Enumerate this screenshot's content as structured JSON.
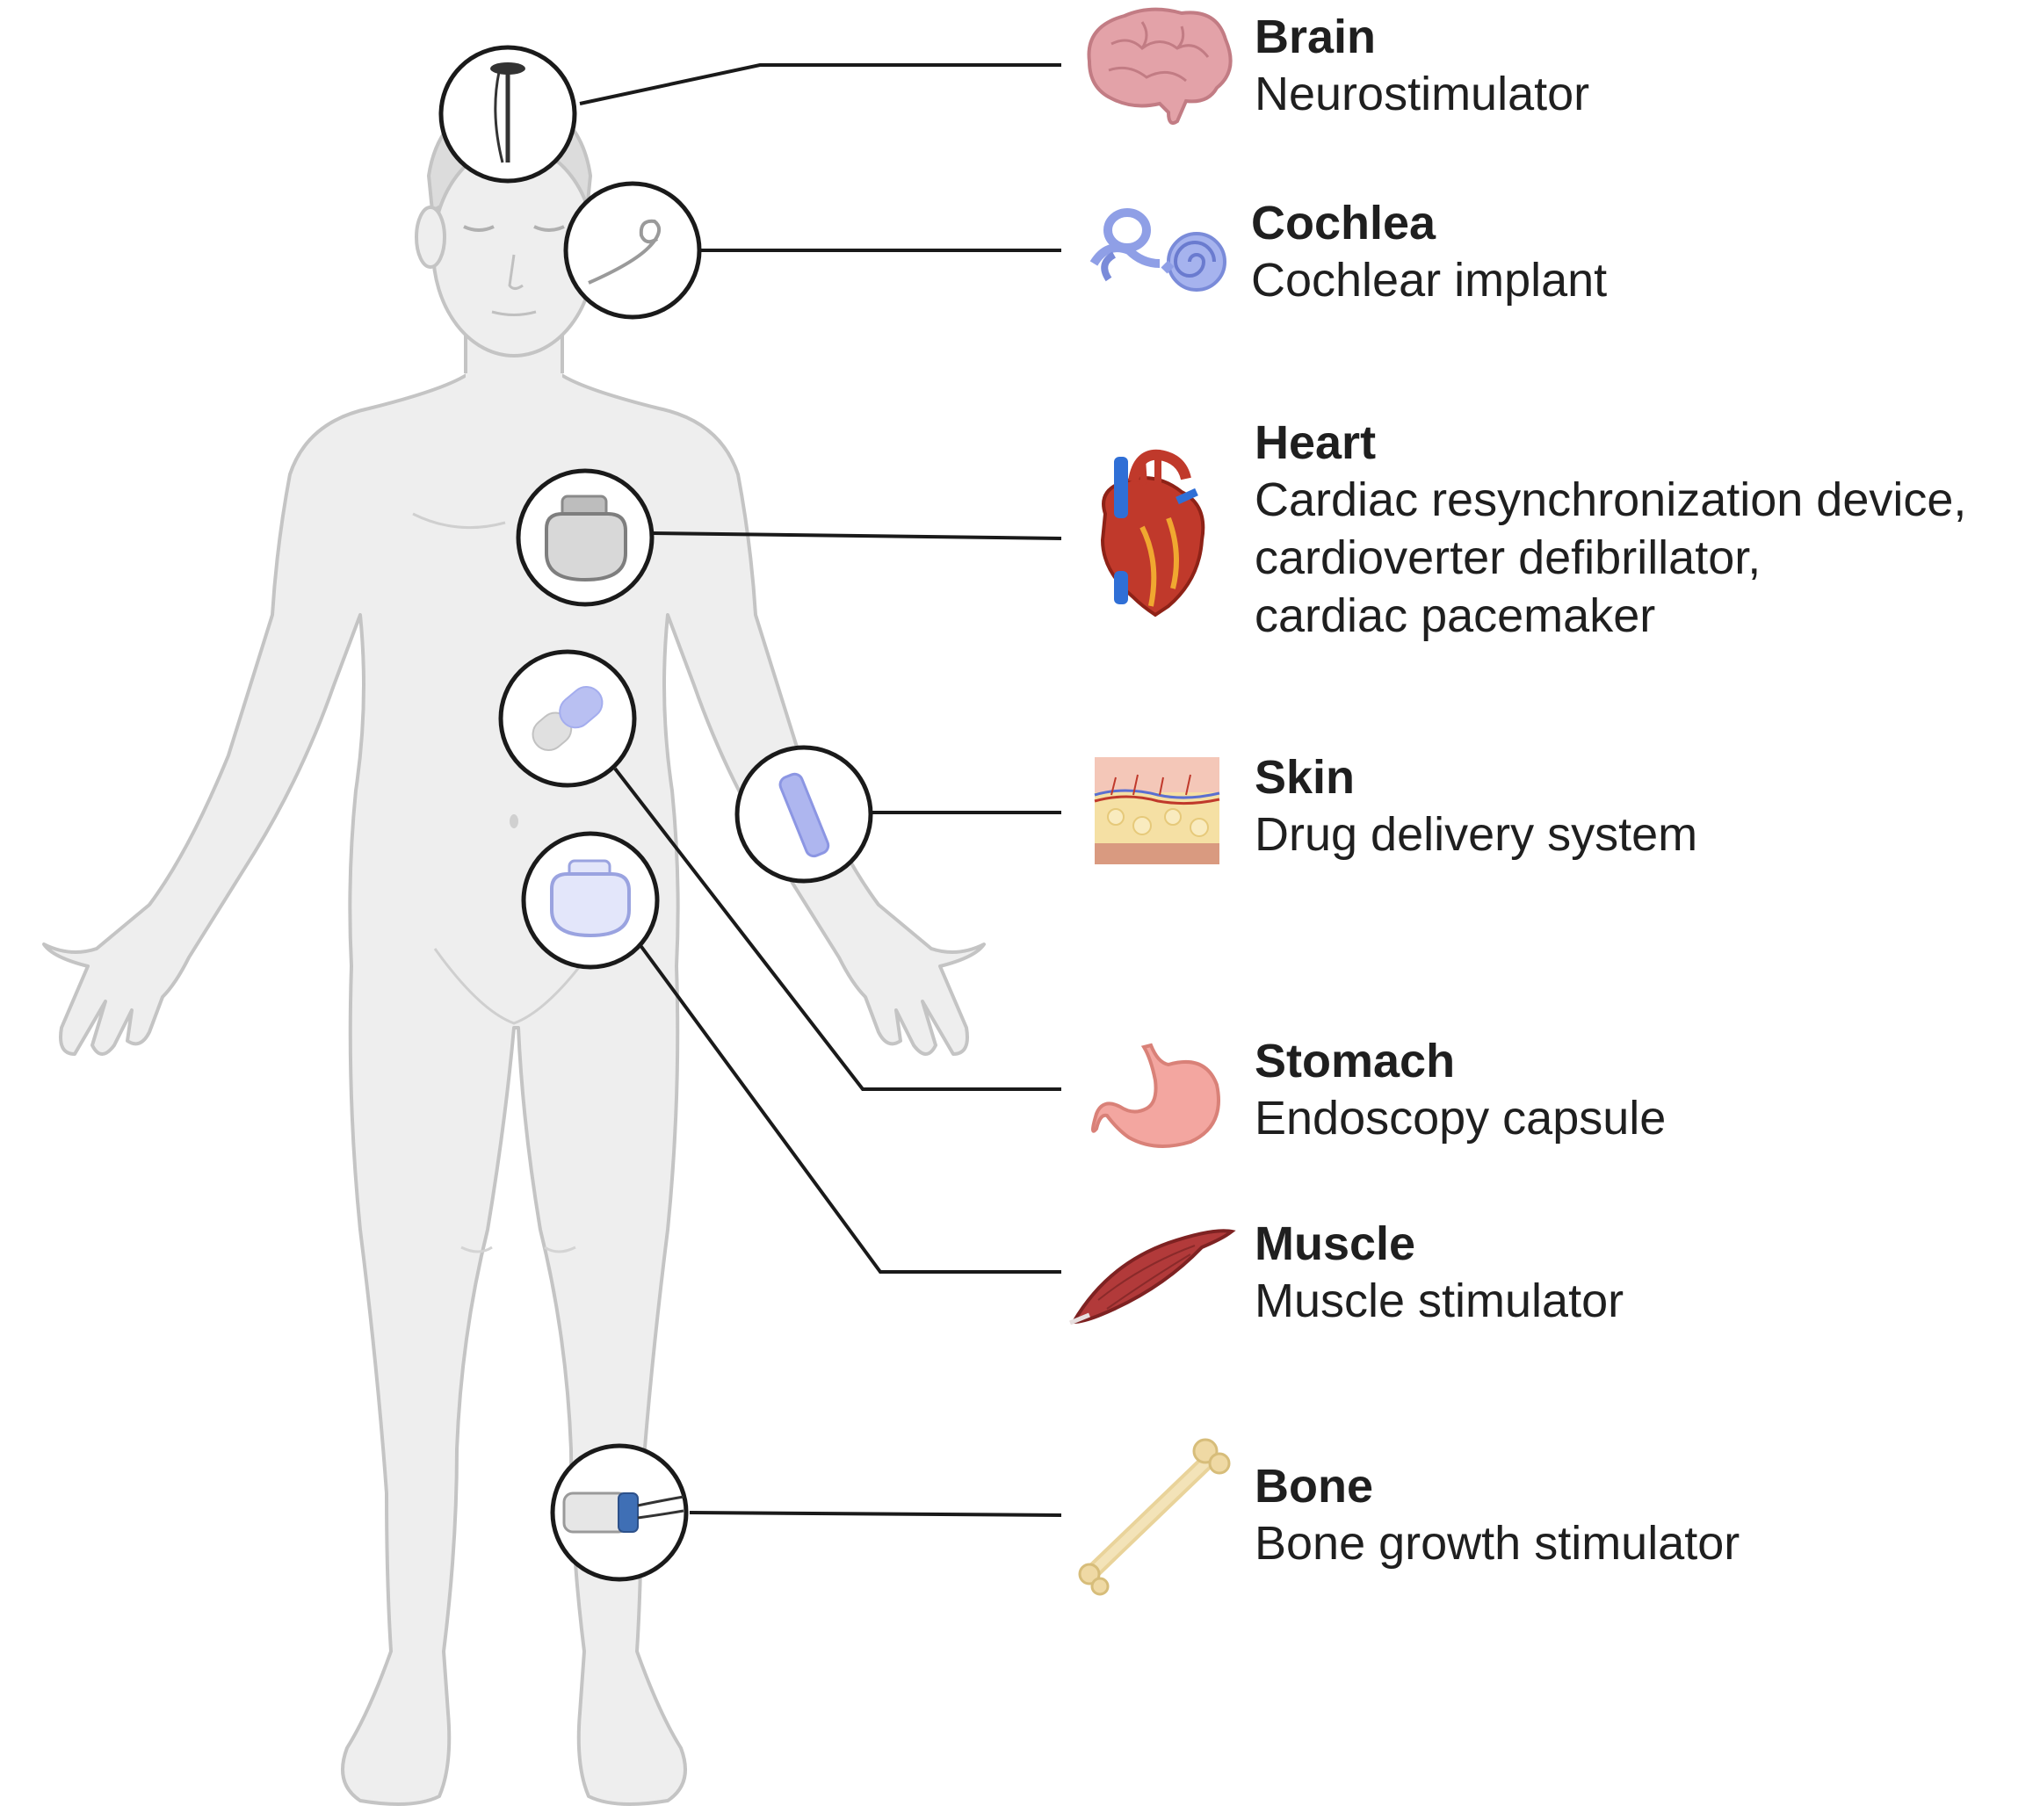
{
  "implants": [
    {
      "organ": "Brain",
      "device": "Neurostimulator"
    },
    {
      "organ": "Cochlea",
      "device": "Cochlear implant"
    },
    {
      "organ": "Heart",
      "device": "Cardiac resynchronization device,\ncardioverter defibrillator,\ncardiac pacemaker"
    },
    {
      "organ": "Skin",
      "device": "Drug delivery system"
    },
    {
      "organ": "Stomach",
      "device": "Endoscopy capsule"
    },
    {
      "organ": "Muscle",
      "device": "Muscle stimulator"
    },
    {
      "organ": "Bone",
      "device": "Bone growth stimulator"
    }
  ],
  "icons": [
    "brain-icon",
    "cochlea-icon",
    "heart-icon",
    "skin-icon",
    "stomach-icon",
    "muscle-icon",
    "bone-icon"
  ],
  "colors": {
    "body_fill": "#eeeeee",
    "body_outline": "#c4c4c4",
    "leader_line": "#1a1a1a",
    "brain": "#e3a2a8",
    "cochlea": "#8f9fe6",
    "heart": "#c0392b",
    "stomach": "#f3a6a0",
    "muscle": "#b23a3a",
    "bone": "#efd9a4"
  }
}
